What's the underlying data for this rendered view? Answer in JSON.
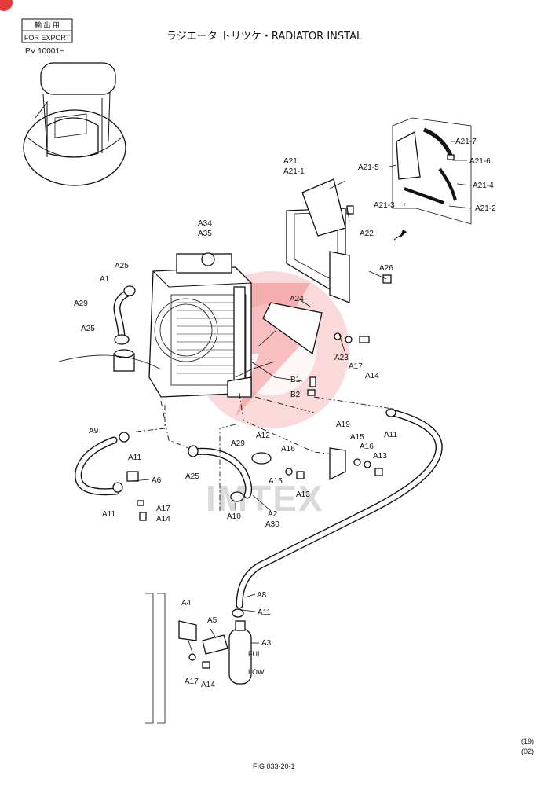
{
  "header": {
    "stamp_kanji": "輸 出 用",
    "stamp_label": "FOR EXPORT",
    "serial": "PV 10001~",
    "title": "ラジエータ トリツケ・RADIATOR INSTAL"
  },
  "watermark": {
    "text": "IMTEX",
    "color": "#e23a3a"
  },
  "parts": {
    "A1": "A1",
    "A2": "A2",
    "A3": "A3",
    "A4": "A4",
    "A5": "A5",
    "A6": "A6",
    "A8": "A8",
    "A9": "A9",
    "A10": "A10",
    "A12": "A12",
    "A19": "A19",
    "A21": "A21",
    "A21_1": "A21-1",
    "A21_2": "A21-2",
    "A21_3": "A21-3",
    "A21_4": "A21-4",
    "A21_5": "A21-5",
    "A21_6": "A21-6",
    "A21_7": "A21-7",
    "A22": "A22",
    "A23": "A23",
    "A24": "A24",
    "A26": "A26",
    "A29": "A29",
    "A30": "A30",
    "A34": "A34",
    "A35": "A35",
    "B1": "B1",
    "B2": "B2",
    "A11": "A11",
    "A13": "A13",
    "A14": "A14",
    "A15": "A15",
    "A16": "A16",
    "A17": "A17",
    "A25": "A25"
  },
  "footer": {
    "page": "(19)",
    "rev": "(02)",
    "fig": "FIG  033-20-1"
  }
}
